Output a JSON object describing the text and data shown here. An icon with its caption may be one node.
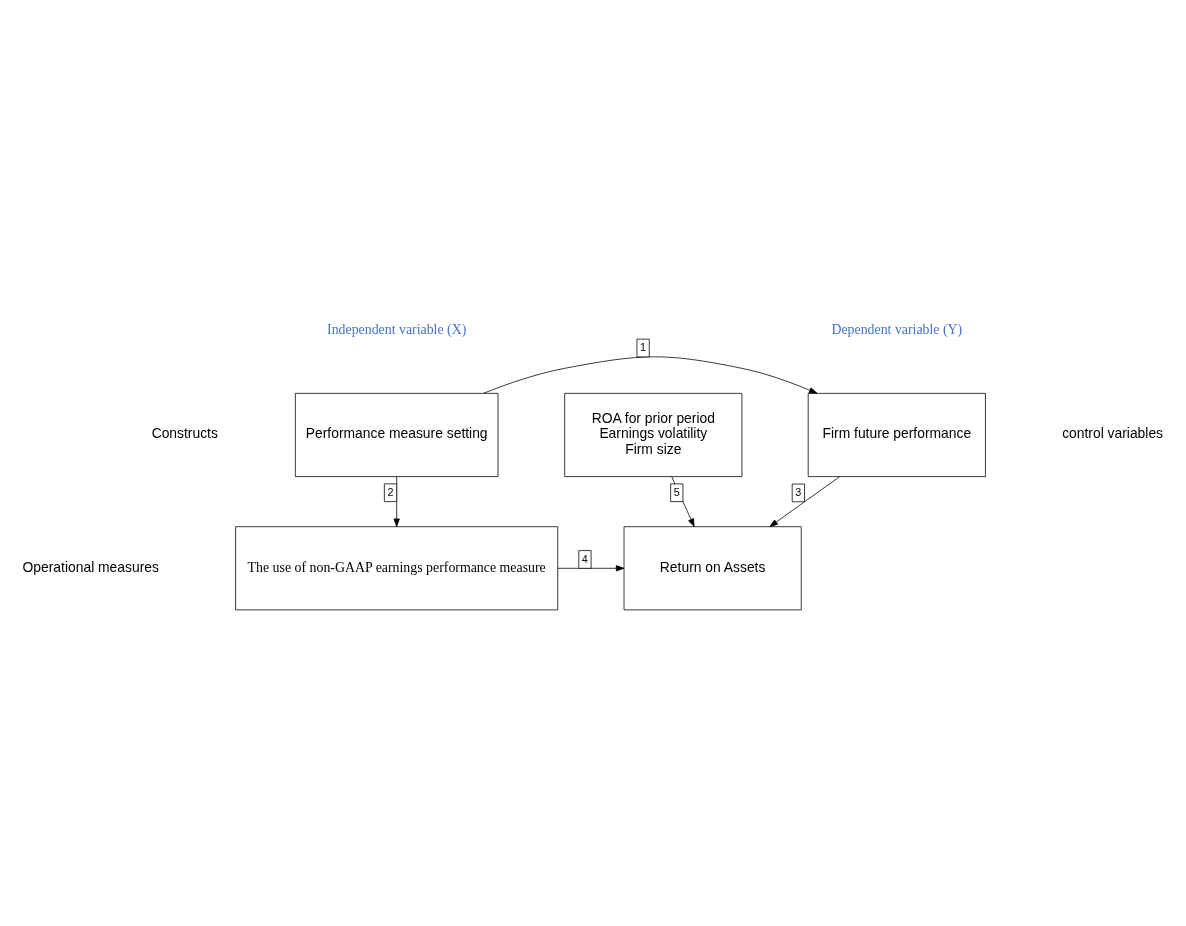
{
  "diagram": {
    "nodes": [
      {
        "text": [
          "Performance measure setting"
        ]
      },
      {
        "text": [
          "Firm future performance"
        ]
      },
      {
        "text": [
          "The use of non-GAAP earnings performance measure"
        ]
      },
      {
        "text": [
          "Return on Assets"
        ]
      },
      {
        "text": [
          "ROA for prior period",
          "Earnings volatility",
          "Firm size"
        ]
      }
    ],
    "edges": [
      {
        "from": 0,
        "to": 1,
        "arrow": "to",
        "label": "1"
      },
      {
        "from": 0,
        "to": 2,
        "arrow": "to",
        "label": "2"
      },
      {
        "from": 1,
        "to": 3,
        "arrow": "to",
        "label": "3"
      },
      {
        "from": 2,
        "to": 3,
        "arrow": "to",
        "label": "4"
      },
      {
        "from": 4,
        "to": 3,
        "arrow": "to",
        "label": "5"
      }
    ],
    "labels": [
      "Independent variable (X)",
      "Dependent variable (Y)",
      "Constructs",
      "Operational measures",
      "control variables"
    ]
  }
}
